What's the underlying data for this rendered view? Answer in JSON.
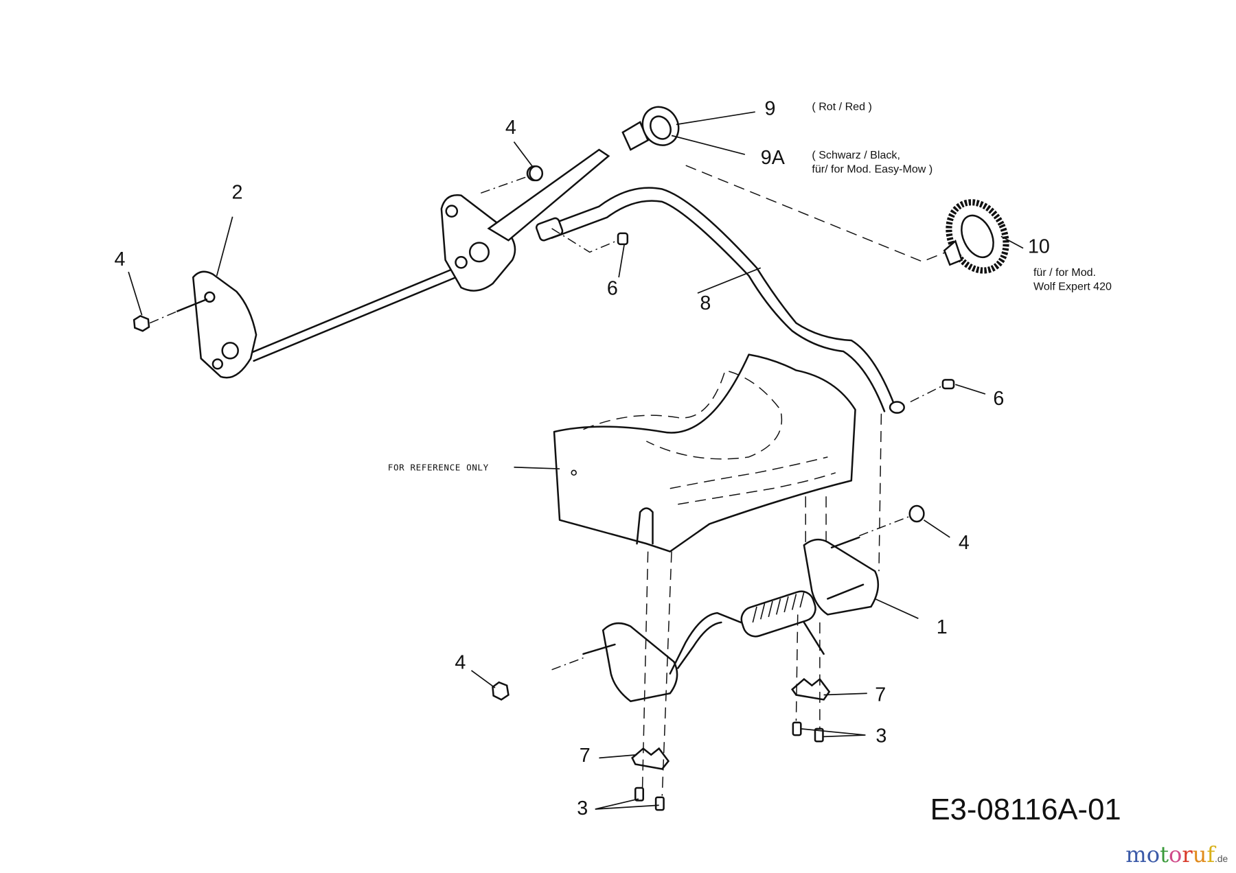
{
  "diagram": {
    "drawing_code": "E3-08116A-01",
    "reference_note": "FOR REFERENCE ONLY",
    "callouts": {
      "c1": "1",
      "c2": "2",
      "c3a": "3",
      "c3b": "3",
      "c4a": "4",
      "c4b": "4",
      "c4c": "4",
      "c4d": "4",
      "c6a": "6",
      "c6b": "6",
      "c7a": "7",
      "c7b": "7",
      "c8": "8",
      "c9": "9",
      "c9a": "9A",
      "c10": "10"
    },
    "notes": {
      "n9": "( Rot / Red )",
      "n9a_line1": "( Schwarz / Black,",
      "n9a_line2": "für/ for Mod. Easy-Mow  )",
      "n10_line1": "für / for Mod.",
      "n10_line2": "Wolf  Expert 420"
    }
  },
  "watermark": {
    "logo_letters": [
      "m",
      "o",
      "t",
      "o",
      "r",
      "u",
      "f"
    ],
    "logo_colors": [
      "#3b5aa8",
      "#3b5aa8",
      "#3a9a3a",
      "#d04a8a",
      "#d83a2a",
      "#e08a1a",
      "#d8b01a"
    ],
    "suffix": ".de"
  }
}
